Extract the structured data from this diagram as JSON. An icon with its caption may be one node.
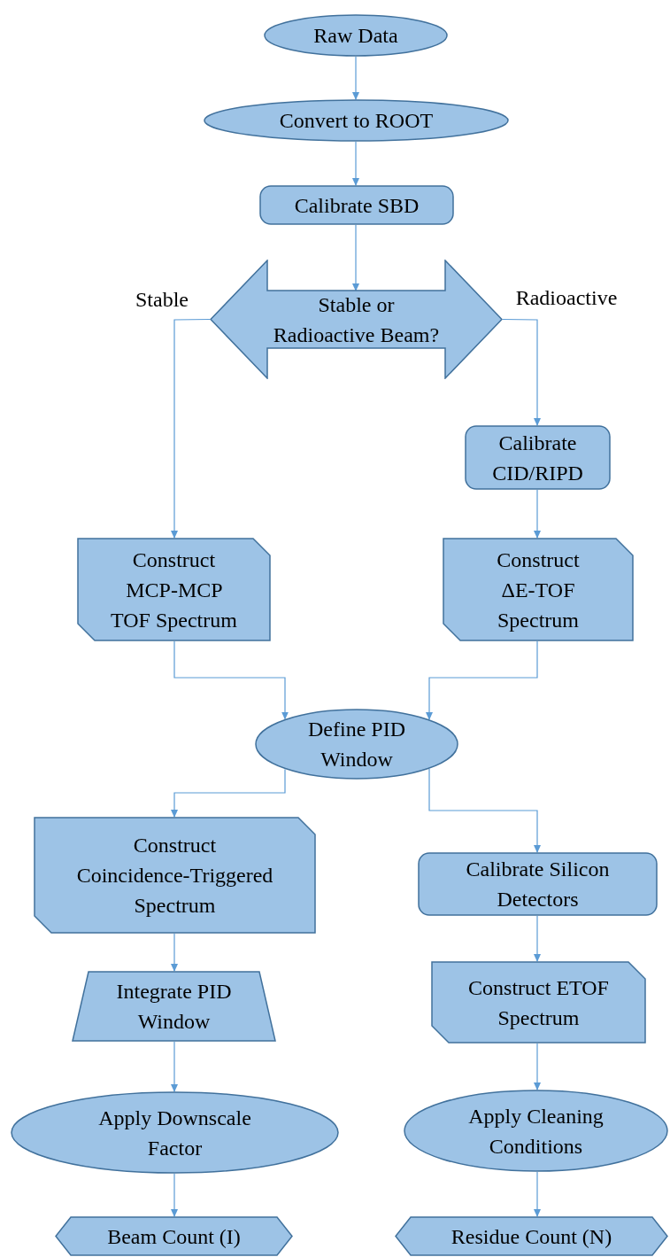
{
  "diagram": {
    "nodes": [
      {
        "text": [
          "Raw Data"
        ]
      },
      {
        "text": [
          "Convert to ROOT"
        ]
      },
      {
        "text": [
          "Calibrate SBD"
        ]
      },
      {
        "text": [
          "Stable or Radioactive Beam?"
        ]
      },
      {
        "text": [
          "Calibrate CID/RIPD"
        ]
      },
      {
        "text": [
          "Construct MCP-MCP TOF Spectrum"
        ]
      },
      {
        "text": [
          "Construct ΔE-TOF Spectrum"
        ]
      },
      {
        "text": [
          "Define PID Window"
        ]
      },
      {
        "text": [
          "Construct Coincidence-Triggered Spectrum"
        ]
      },
      {
        "text": [
          "Calibrate Silicon Detectors"
        ]
      },
      {
        "text": [
          "Integrate PID Window"
        ]
      },
      {
        "text": [
          "Construct ETOF Spectrum"
        ]
      },
      {
        "text": [
          "Apply Downscale Factor"
        ]
      },
      {
        "text": [
          "Apply Cleaning Conditions"
        ]
      },
      {
        "text": [
          "Beam Count (I)"
        ]
      },
      {
        "text": [
          "Residue Count (N)"
        ]
      }
    ],
    "edges": [
      {
        "from": 0,
        "to": 1,
        "arrow": "to"
      },
      {
        "from": 1,
        "to": 2,
        "arrow": "to"
      },
      {
        "from": 2,
        "to": 3,
        "arrow": "to"
      },
      {
        "from": 3,
        "to": 5,
        "arrow": "to",
        "label": "Stable"
      },
      {
        "from": 3,
        "to": 4,
        "arrow": "to",
        "label": "Radioactive"
      },
      {
        "from": 4,
        "to": 6,
        "arrow": "to"
      },
      {
        "from": 5,
        "to": 7,
        "arrow": "to"
      },
      {
        "from": 6,
        "to": 7,
        "arrow": "to"
      },
      {
        "from": 7,
        "to": 8,
        "arrow": "to"
      },
      {
        "from": 7,
        "to": 9,
        "arrow": "to"
      },
      {
        "from": 8,
        "to": 10,
        "arrow": "to"
      },
      {
        "from": 10,
        "to": 12,
        "arrow": "to"
      },
      {
        "from": 12,
        "to": 14,
        "arrow": "to"
      },
      {
        "from": 9,
        "to": 11,
        "arrow": "to"
      },
      {
        "from": 11,
        "to": 13,
        "arrow": "to"
      },
      {
        "from": 13,
        "to": 15,
        "arrow": "to"
      }
    ]
  }
}
